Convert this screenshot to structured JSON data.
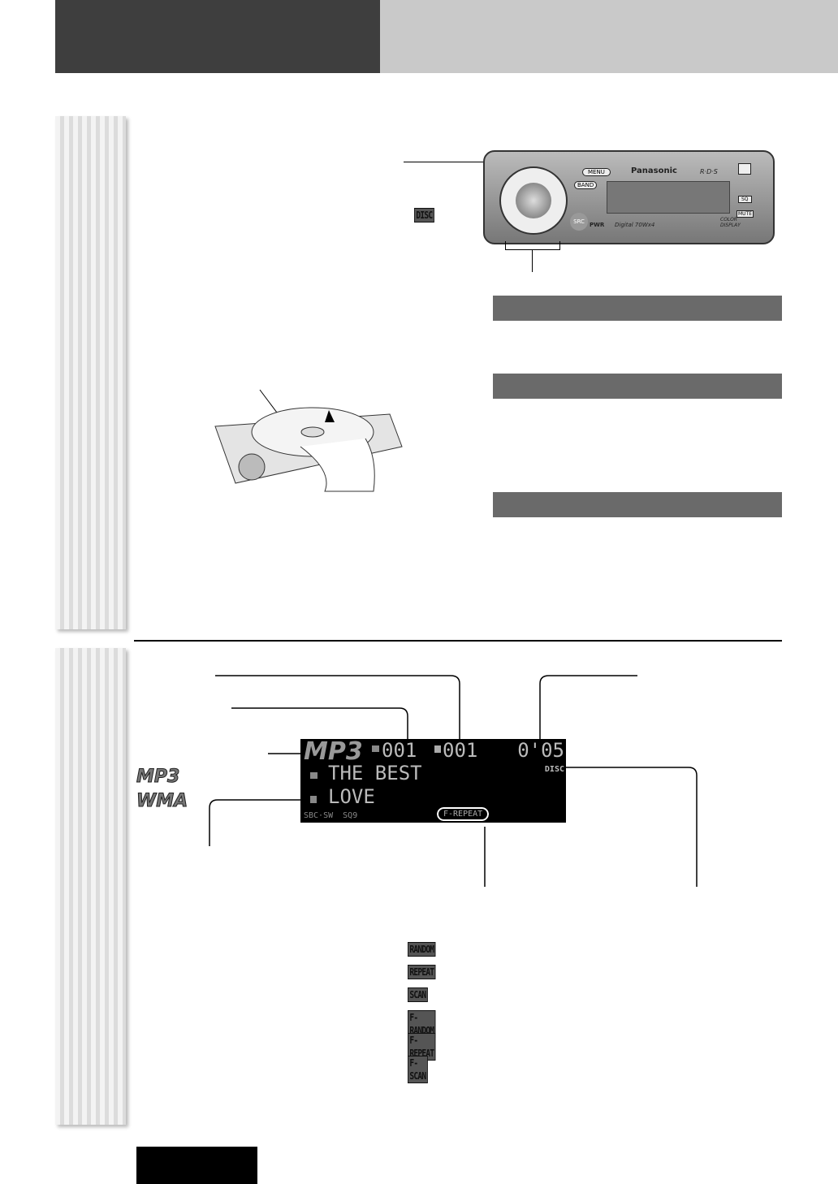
{
  "device": {
    "brand": "Panasonic",
    "rds": "R·D·S",
    "band": "BAND",
    "menu": "MENU",
    "src": "SRC",
    "pwr": "PWR",
    "sq": "SQ",
    "mute": "MUTE",
    "power_label": "Digital 70Wx4",
    "color_display": "COLOR DISPLAY"
  },
  "disc_badge": "DISC",
  "format_logos": [
    "MP3",
    "WMA"
  ],
  "display": {
    "format": "MP3",
    "folder_no": "001",
    "file_no": "001",
    "time": "0'05",
    "disc": "DISC",
    "folder_name": "THE BEST",
    "file_name": "LOVE",
    "status": "SBC·SW  SQ9",
    "mode": "F-REPEAT"
  },
  "modes": [
    "RANDOM",
    "REPEAT",
    "SCAN",
    "F-RANDOM",
    "F-REPEAT",
    "F-SCAN"
  ]
}
